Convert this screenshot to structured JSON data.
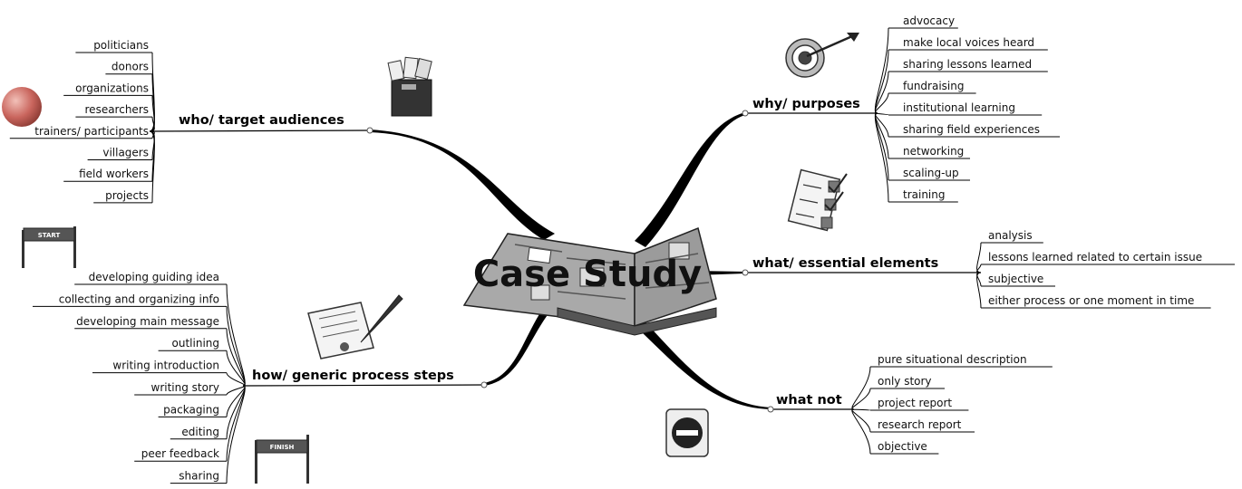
{
  "central_topic": "Case Study",
  "branches": {
    "who": {
      "label": "who/ target audiences",
      "icon": "mailbox-icon",
      "items": [
        "politicians",
        "donors",
        "organizations",
        "researchers",
        "trainers/ participants",
        "villagers",
        "field workers",
        "projects"
      ]
    },
    "why": {
      "label": "why/ purposes",
      "icon": "target-icon",
      "items": [
        "advocacy",
        "make local voices heard",
        "sharing lessons learned",
        "fundraising",
        "institutional learning",
        "sharing field experiences",
        "networking",
        "scaling-up",
        "training"
      ]
    },
    "what": {
      "label": "what/ essential elements",
      "icon": "checklist-icon",
      "items": [
        "analysis",
        "lessons learned related to certain issue",
        "subjective",
        "either process or one moment in time"
      ]
    },
    "how": {
      "label": "how/ generic process steps",
      "icon": "document-quill-icon",
      "items": [
        "developing guiding idea",
        "collecting and organizing info",
        "developing main message",
        "outlining",
        "writing introduction",
        "writing story",
        "packaging",
        "editing",
        "peer feedback",
        "sharing"
      ],
      "start_sign": "START",
      "finish_sign": "FINISH"
    },
    "whatnot": {
      "label": "what not",
      "icon": "no-entry-icon",
      "items": [
        "pure situational description",
        "only story",
        "project report",
        "research report",
        "objective"
      ]
    }
  },
  "colors": {
    "line": "#000000",
    "ball": "#c9655d"
  }
}
